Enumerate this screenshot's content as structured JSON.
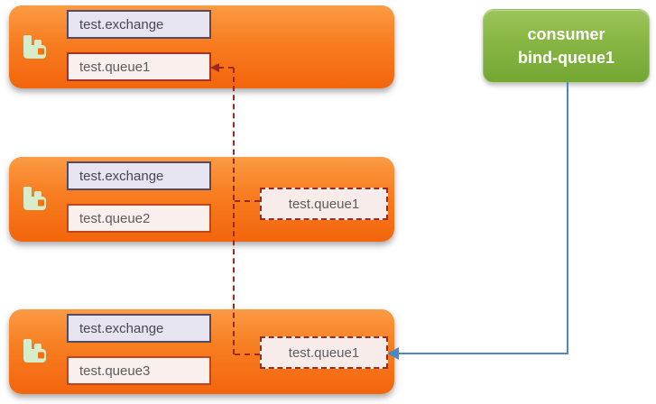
{
  "brokers": [
    {
      "exchange_label": "test.exchange",
      "queue_label": "test.queue1",
      "icon": "rabbitmq-logo-icon"
    },
    {
      "exchange_label": "test.exchange",
      "queue_label": "test.queue2",
      "ghost_queue_label": "test.queue1",
      "icon": "rabbitmq-logo-icon"
    },
    {
      "exchange_label": "test.exchange",
      "queue_label": "test.queue3",
      "ghost_queue_label": "test.queue1",
      "icon": "rabbitmq-logo-icon"
    }
  ],
  "consumer": {
    "label_line1": "consumer",
    "label_line2": "bind-queue1"
  },
  "colors": {
    "canvas_bg": "#ffffff",
    "broker_top": "#fb9b44",
    "broker_bottom": "#f3650d",
    "exchange_fill": "#e7e4f1",
    "exchange_border": "#544a63",
    "exchange_text": "#4c4556",
    "queue_fill": "#f9efec",
    "queue_border": "#c2451c",
    "queue1_border": "#a93226",
    "queue_text": "#5c5c5c",
    "ghost_fill": "#f7ece9",
    "ghost_border": "#9e2a1e",
    "binding_line": "#9b291c",
    "consumer_top": "#9cc45c",
    "consumer_bottom": "#74a634",
    "consumer_text": "#ffffff",
    "consumer_line": "#4f86c6",
    "rabbit_icon": "#d6eccb",
    "icon_notch": "#f3720f"
  }
}
